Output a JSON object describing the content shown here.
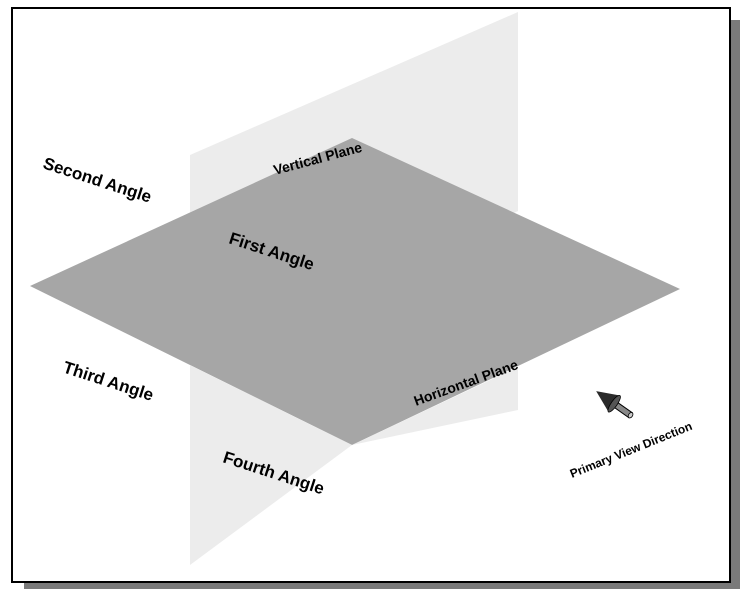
{
  "diagram": {
    "labels": {
      "vertical_plane": "Vertical Plane",
      "horizontal_plane": "Horizontal Plane",
      "first_angle": "First Angle",
      "second_angle": "Second Angle",
      "third_angle": "Third Angle",
      "fourth_angle": "Fourth Angle",
      "primary_view_direction": "Primary View Direction"
    },
    "colors": {
      "frame_border": "#000000",
      "frame_shadow": "#7a7a7a",
      "background": "#ffffff",
      "vertical_plane": "#ececec",
      "horizontal_plane": "#a6a6a6",
      "text": "#000000"
    },
    "icons": {
      "view_direction": "arrow-cone-icon"
    }
  }
}
